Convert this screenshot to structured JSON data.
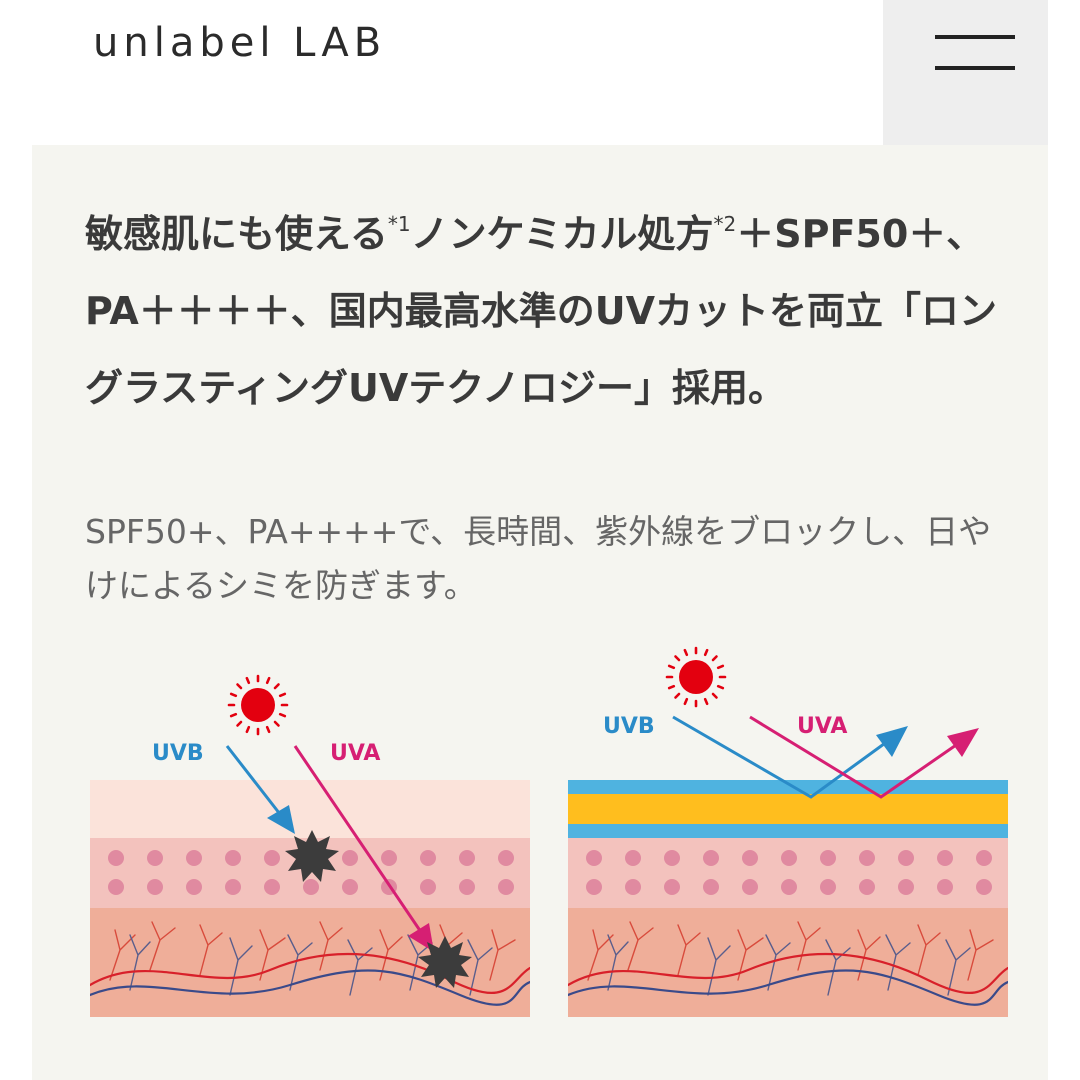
{
  "header": {
    "logo": "unlabel LAB",
    "menu_icon": "hamburger-menu-icon"
  },
  "content": {
    "headline_part1": "敏感肌にも使える",
    "note1": "*1",
    "headline_part2": "ノンケミカル処方",
    "note2": "*2",
    "headline_part3": "＋SPF50＋、PA＋＋＋＋、国内最高水準のUVカットを両立「ロングラスティングUVテクノロジー」採用。",
    "description": "SPF50+、PA++++で、長時間、紫外線をブロックし、日やけによるシミを防ぎます。"
  },
  "diagram_left": {
    "uvb_label": "UVB",
    "uva_label": "UVA"
  },
  "diagram_right": {
    "uvb_label": "UVB",
    "uva_label": "UVA"
  },
  "colors": {
    "uvb": "#2a8bc8",
    "uva": "#d61f73",
    "sun": "#e3000f",
    "panel": "#f5f5f0",
    "shield_blue": "#4fb3e0",
    "shield_yellow": "#ffbe1e",
    "epidermis_top": "#fbe3da",
    "epidermis_mid": "#f3c2bd",
    "dermis": "#efae99"
  }
}
